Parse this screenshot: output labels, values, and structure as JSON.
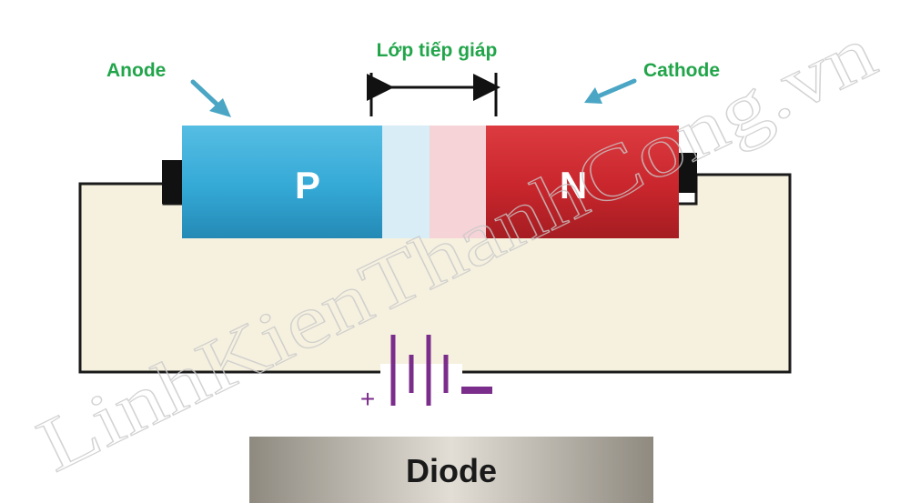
{
  "labels": {
    "anode": "Anode",
    "cathode": "Cathode",
    "junction": "Lớp tiếp giáp",
    "p_region": "P",
    "n_region": "N",
    "plus": "+",
    "title": "Diode"
  },
  "watermark": "LinhKienThanhCong.vn",
  "colors": {
    "label_green": "#22a54a",
    "arrow_blue": "#4aa6c4",
    "p_region": "#34a9d6",
    "p_depletion": "#d8edf5",
    "n_depletion": "#f5d3d6",
    "n_region": "#c8262c",
    "circuit_fill": "#f6f1df",
    "battery": "#7b2d8b",
    "terminal": "#111111",
    "title_band_center": "#d8d4cc",
    "title_band_edge": "#9a958b"
  }
}
